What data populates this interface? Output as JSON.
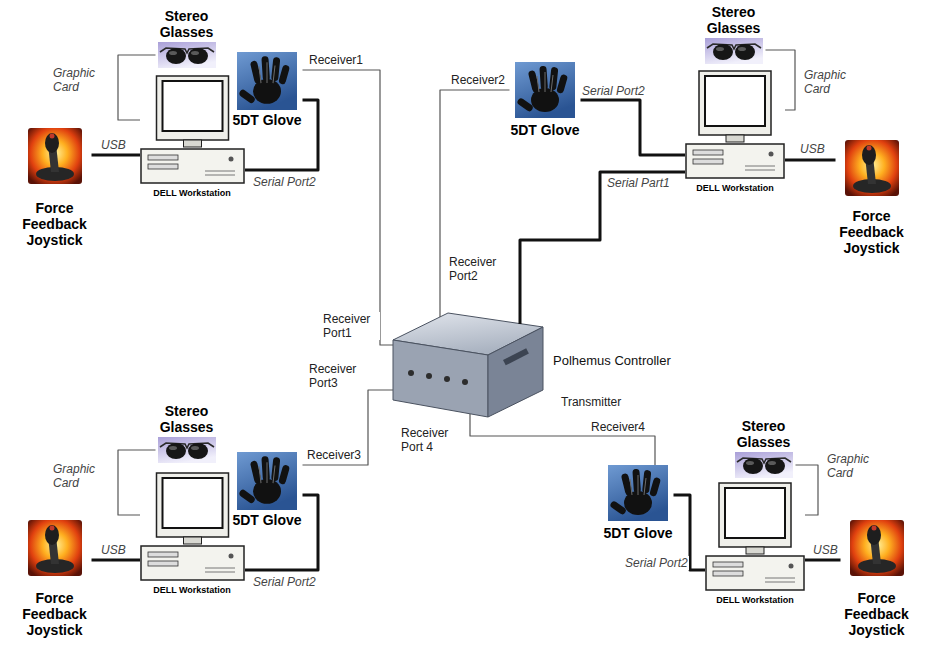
{
  "diagram": {
    "nodes": [
      {
        "text": [
          "Stereo Glasses"
        ]
      },
      {
        "text": [
          "5DT Glove"
        ]
      },
      {
        "text": [
          "Stereo Glasses"
        ]
      },
      {
        "text": [
          "5DT Glove"
        ]
      },
      {
        "text": [
          "Force Feedback Joystick"
        ]
      },
      {
        "text": [
          "DELL Workstation"
        ]
      },
      {
        "text": [
          "DELL Workstation"
        ]
      },
      {
        "text": [
          "Force Feedback Joystick"
        ]
      },
      {
        "text": [
          "Polhemus Controller"
        ]
      },
      {
        "text": [
          "Stereo Glasses"
        ]
      },
      {
        "text": [
          "5DT Glove"
        ]
      },
      {
        "text": [
          "Stereo Glasses"
        ]
      },
      {
        "text": [
          "5DT Glove"
        ]
      },
      {
        "text": [
          "Force Feedback Joystick"
        ]
      },
      {
        "text": [
          "DELL Workstation"
        ]
      },
      {
        "text": [
          "DELL Workstation"
        ]
      },
      {
        "text": [
          "Force Feedback Joystick"
        ]
      }
    ],
    "edges": [
      {
        "from": 5,
        "to": 0,
        "label": "Graphic Card",
        "arrow": "none"
      },
      {
        "from": 4,
        "to": 5,
        "label": "USB",
        "arrow": "none"
      },
      {
        "from": 1,
        "to": 5,
        "label": "Serial Port2",
        "arrow": "none"
      },
      {
        "from": 1,
        "to": 8,
        "label": "Receiver1",
        "arrow": "none"
      },
      {
        "from": 6,
        "to": 2,
        "label": "Graphic Card",
        "arrow": "none"
      },
      {
        "from": 7,
        "to": 6,
        "label": "USB",
        "arrow": "none"
      },
      {
        "from": 3,
        "to": 6,
        "label": "Serial Port2",
        "arrow": "none"
      },
      {
        "from": 3,
        "to": 8,
        "label": "Receiver2",
        "arrow": "none"
      },
      {
        "from": 6,
        "to": 8,
        "label": "Serial Part1",
        "arrow": "none"
      },
      {
        "from": 14,
        "to": 9,
        "label": "Graphic Card",
        "arrow": "none"
      },
      {
        "from": 13,
        "to": 14,
        "label": "USB",
        "arrow": "none"
      },
      {
        "from": 10,
        "to": 14,
        "label": "Serial Port2",
        "arrow": "none"
      },
      {
        "from": 10,
        "to": 8,
        "label": "Receiver3",
        "arrow": "none"
      },
      {
        "from": 15,
        "to": 11,
        "label": "Graphic Card",
        "arrow": "none"
      },
      {
        "from": 16,
        "to": 15,
        "label": "USB",
        "arrow": "none"
      },
      {
        "from": 12,
        "to": 15,
        "label": "Serial Port2",
        "arrow": "none"
      },
      {
        "from": 12,
        "to": 8,
        "label": "Receiver4",
        "arrow": "none"
      }
    ],
    "labels": [
      "Receiver Port1",
      "Receiver Port2",
      "Receiver Port3",
      "Receiver Port 4",
      "Transmitter"
    ]
  }
}
